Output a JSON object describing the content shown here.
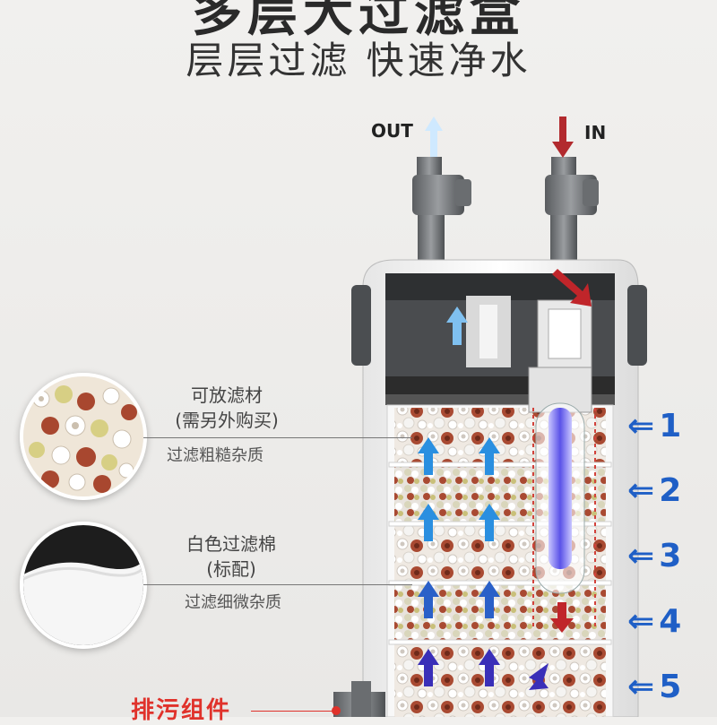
{
  "header": {
    "title": "多层大过滤盒",
    "subtitle": "层层过滤  快速净水"
  },
  "flow": {
    "out_label": "OUT",
    "in_label": "IN"
  },
  "callouts": {
    "media": {
      "line1": "可放滤材",
      "line2": "(需另外购买)",
      "desc": "过滤粗糙杂质"
    },
    "cotton": {
      "line1": "白色过滤棉",
      "line2": "(标配)",
      "desc": "过滤细微杂质"
    }
  },
  "layers": [
    "1",
    "2",
    "3",
    "4",
    "5"
  ],
  "drain": {
    "label": "排污组件"
  },
  "colors": {
    "blue_arrow": "#1f5fc6",
    "red_arrow": "#c0252a",
    "drain_text": "#e0322b"
  }
}
